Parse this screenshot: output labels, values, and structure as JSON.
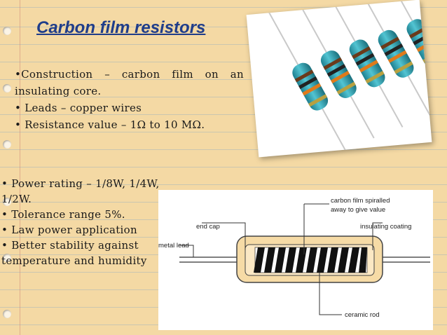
{
  "slide": {
    "title": "Carbon film resistors",
    "top_bullets": [
      "•Construction – carbon film on an insulating core.",
      "• Leads – copper wires",
      "• Resistance value – 1Ω to 10 MΩ."
    ],
    "bottom_bullets": [
      "• Power rating – 1/8W, 1/4W, 1/2W.",
      "• Tolerance range 5%.",
      "• Law power application",
      "• Better stability against temperature and humidity"
    ]
  },
  "diagram": {
    "labels": {
      "carbon_film": [
        "carbon film spiralled",
        "away to give value"
      ],
      "end_cap": "end cap",
      "insulating_coating": "insulating coating",
      "metal_lead": "metal lead",
      "ceramic_rod": "ceramic rod"
    }
  },
  "colors": {
    "title": "#1f3d8a",
    "paper": "#f4d9a4",
    "resistor_body": "#2fa9b8",
    "diagram_body": "#f6dba6"
  }
}
